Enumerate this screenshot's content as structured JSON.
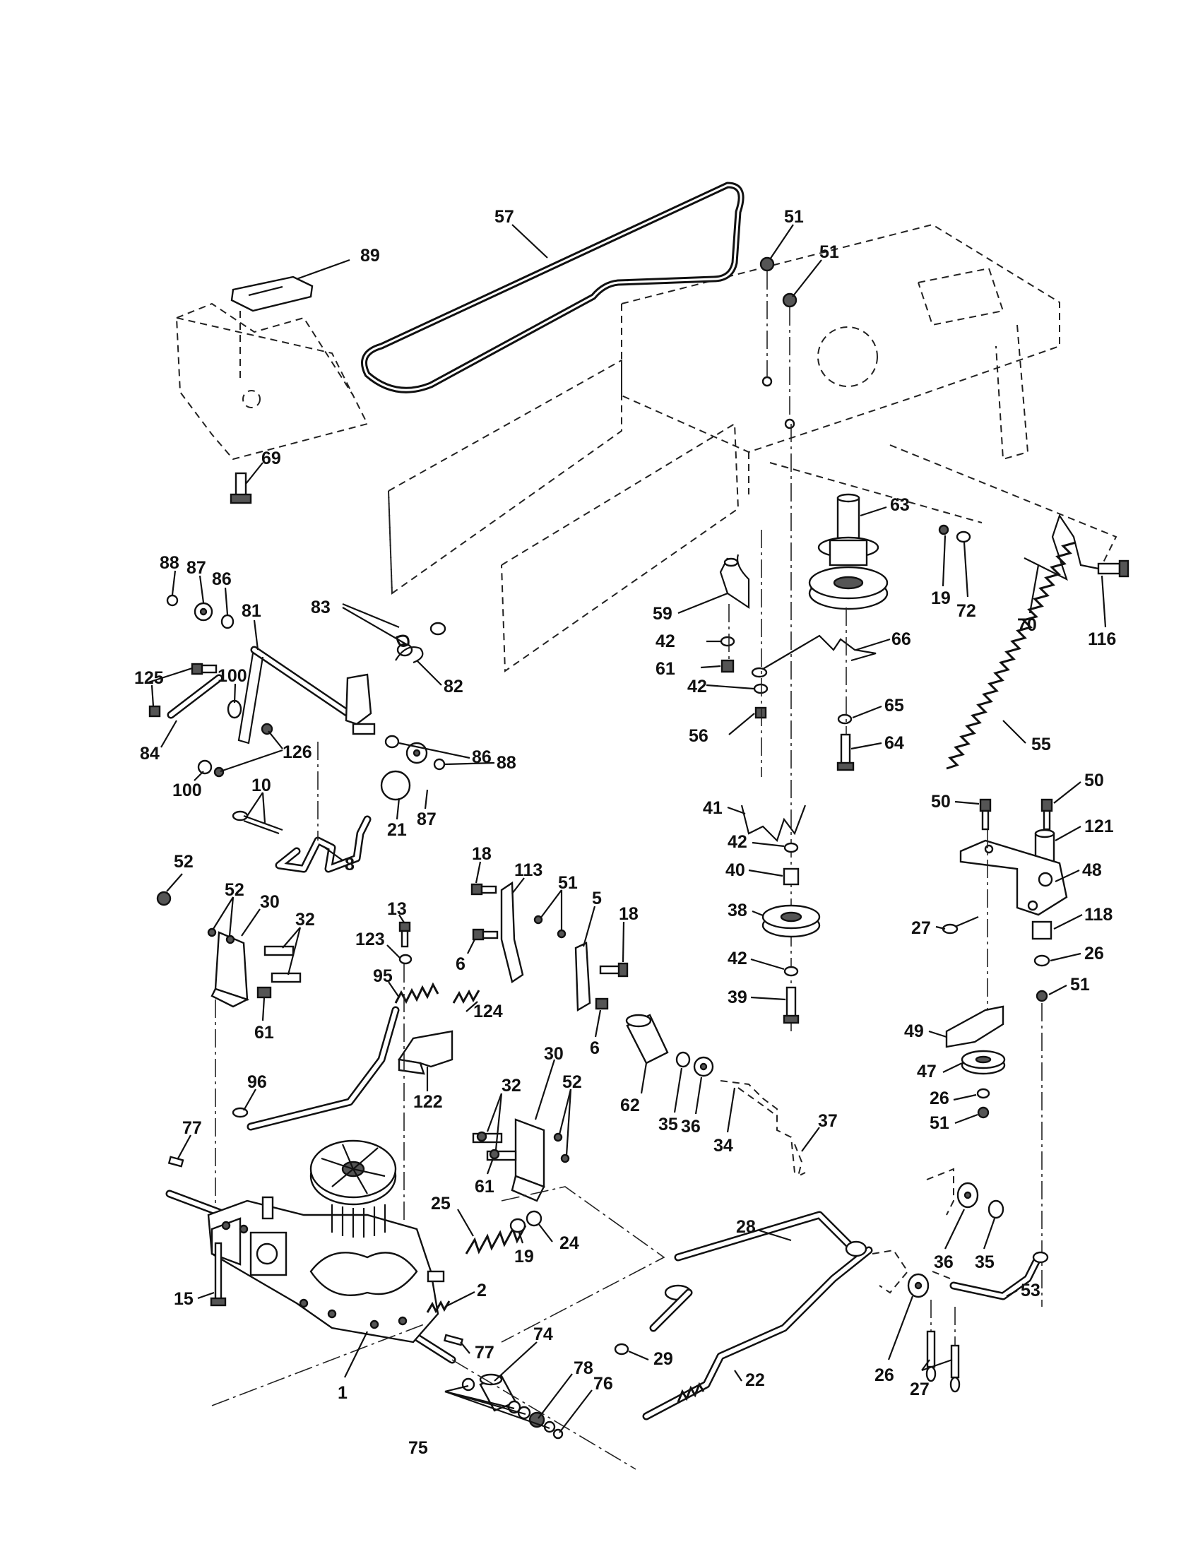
{
  "diagram": {
    "callouts": [
      {
        "n": "57"
      },
      {
        "n": "51"
      },
      {
        "n": "51"
      },
      {
        "n": "89"
      },
      {
        "n": "69"
      },
      {
        "n": "63"
      },
      {
        "n": "19"
      },
      {
        "n": "72"
      },
      {
        "n": "70"
      },
      {
        "n": "116"
      },
      {
        "n": "59"
      },
      {
        "n": "42"
      },
      {
        "n": "61"
      },
      {
        "n": "66"
      },
      {
        "n": "42"
      },
      {
        "n": "56"
      },
      {
        "n": "65"
      },
      {
        "n": "64"
      },
      {
        "n": "55"
      },
      {
        "n": "88"
      },
      {
        "n": "87"
      },
      {
        "n": "86"
      },
      {
        "n": "81"
      },
      {
        "n": "83"
      },
      {
        "n": "82"
      },
      {
        "n": "125"
      },
      {
        "n": "100"
      },
      {
        "n": "84"
      },
      {
        "n": "100"
      },
      {
        "n": "126"
      },
      {
        "n": "86"
      },
      {
        "n": "88"
      },
      {
        "n": "87"
      },
      {
        "n": "10"
      },
      {
        "n": "21"
      },
      {
        "n": "8"
      },
      {
        "n": "41"
      },
      {
        "n": "42"
      },
      {
        "n": "40"
      },
      {
        "n": "38"
      },
      {
        "n": "42"
      },
      {
        "n": "39"
      },
      {
        "n": "50"
      },
      {
        "n": "50"
      },
      {
        "n": "121"
      },
      {
        "n": "48"
      },
      {
        "n": "27"
      },
      {
        "n": "118"
      },
      {
        "n": "26"
      },
      {
        "n": "51"
      },
      {
        "n": "52"
      },
      {
        "n": "52"
      },
      {
        "n": "30"
      },
      {
        "n": "32"
      },
      {
        "n": "61"
      },
      {
        "n": "18"
      },
      {
        "n": "113"
      },
      {
        "n": "51"
      },
      {
        "n": "5"
      },
      {
        "n": "18"
      },
      {
        "n": "6"
      },
      {
        "n": "6"
      },
      {
        "n": "13"
      },
      {
        "n": "123"
      },
      {
        "n": "95"
      },
      {
        "n": "124"
      },
      {
        "n": "122"
      },
      {
        "n": "96"
      },
      {
        "n": "32"
      },
      {
        "n": "30"
      },
      {
        "n": "52"
      },
      {
        "n": "61"
      },
      {
        "n": "62"
      },
      {
        "n": "35"
      },
      {
        "n": "36"
      },
      {
        "n": "34"
      },
      {
        "n": "37"
      },
      {
        "n": "49"
      },
      {
        "n": "47"
      },
      {
        "n": "26"
      },
      {
        "n": "51"
      },
      {
        "n": "77"
      },
      {
        "n": "15"
      },
      {
        "n": "25"
      },
      {
        "n": "19"
      },
      {
        "n": "24"
      },
      {
        "n": "2"
      },
      {
        "n": "77"
      },
      {
        "n": "1"
      },
      {
        "n": "74"
      },
      {
        "n": "78"
      },
      {
        "n": "76"
      },
      {
        "n": "75"
      },
      {
        "n": "28"
      },
      {
        "n": "29"
      },
      {
        "n": "22"
      },
      {
        "n": "36"
      },
      {
        "n": "35"
      },
      {
        "n": "53"
      },
      {
        "n": "26"
      },
      {
        "n": "27"
      }
    ]
  }
}
